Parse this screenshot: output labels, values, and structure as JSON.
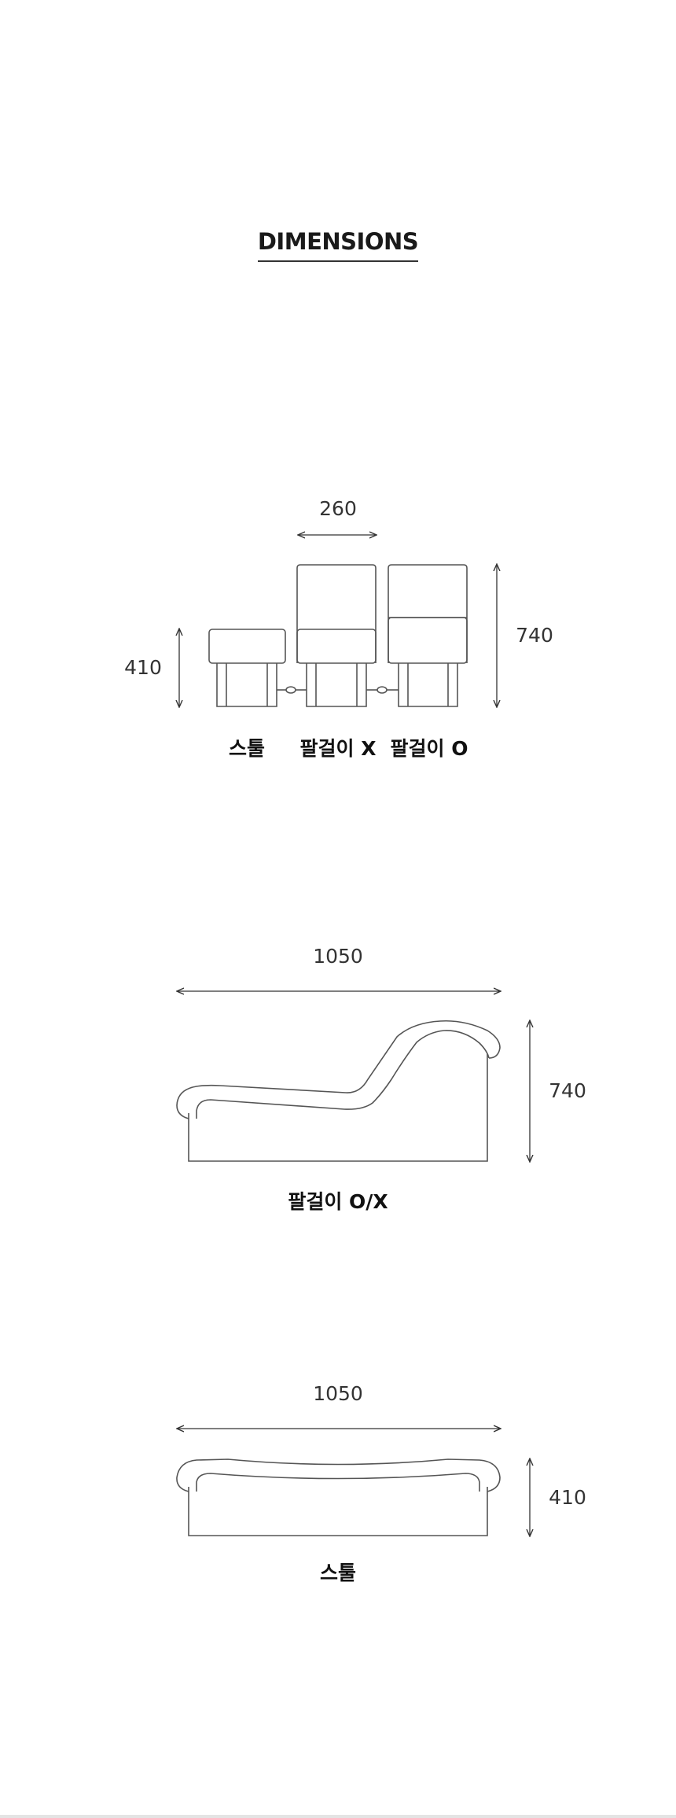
{
  "header": {
    "title": "DIMENSIONS"
  },
  "front_view": {
    "width_dim": "260",
    "height_high": "740",
    "height_low": "410",
    "labels": {
      "stool": "스툴",
      "no_arm": "팔걸이 X",
      "with_arm": "팔걸이 O"
    }
  },
  "side_view": {
    "width_dim": "1050",
    "height_dim": "740",
    "label": "팔걸이 O/X"
  },
  "stool_view": {
    "width_dim": "1050",
    "height_dim": "410",
    "label": "스툴"
  },
  "colors": {
    "line": "#555555",
    "text": "#1a1a1a",
    "background": "#ffffff"
  }
}
